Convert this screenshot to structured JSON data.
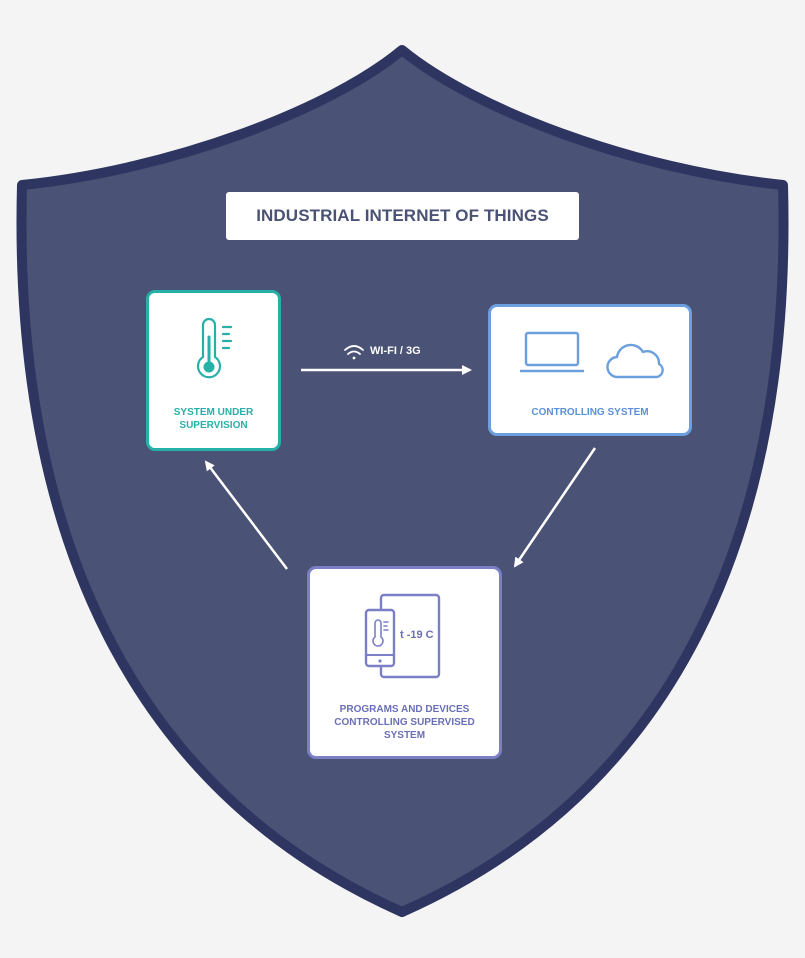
{
  "title": "INDUSTRIAL INTERNET OF THINGS",
  "nodes": {
    "supervision": {
      "label": "SYSTEM UNDER SUPERVISION"
    },
    "controlling": {
      "label": "CONTROLLING SYSTEM"
    },
    "programs": {
      "label": "PROGRAMS AND DEVICES CONTROLLING SUPERVISED SYSTEM",
      "display_text": "t -19 C"
    }
  },
  "link": {
    "label": "WI-FI / 3G"
  },
  "icons": {
    "supervision": "thermometer-icon",
    "controlling": [
      "laptop-icon",
      "cloud-icon"
    ],
    "programs": [
      "phone-icon",
      "tablet-icon"
    ],
    "link": "wifi-icon"
  },
  "colors": {
    "background": "#f4f4f4",
    "shield_fill": "#4a5275",
    "shield_border": "#2e3560",
    "teal": "#27b0a8",
    "blue": "#6b9fde",
    "purple": "#7b7fc6",
    "title_text": "#4a5275"
  }
}
